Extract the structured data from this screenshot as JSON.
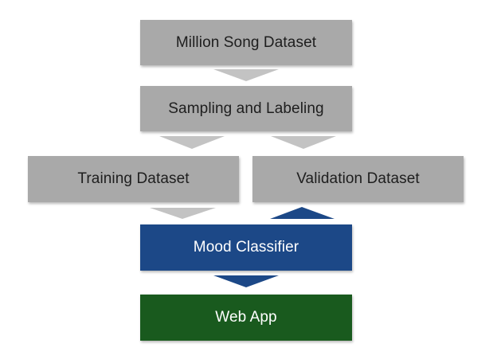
{
  "diagram": {
    "nodes": {
      "million_song": "Million Song Dataset",
      "sampling": "Sampling and Labeling",
      "training": "Training Dataset",
      "validation": "Validation Dataset",
      "mood": "Mood Classifier",
      "webapp": "Web App"
    },
    "edges": [
      {
        "from": "Million Song Dataset",
        "to": "Sampling and Labeling"
      },
      {
        "from": "Sampling and Labeling",
        "to": "Training Dataset"
      },
      {
        "from": "Sampling and Labeling",
        "to": "Validation Dataset"
      },
      {
        "from": "Training Dataset",
        "to": "Mood Classifier"
      },
      {
        "from": "Mood Classifier",
        "to": "Validation Dataset"
      },
      {
        "from": "Mood Classifier",
        "to": "Web App"
      }
    ],
    "colors": {
      "gray_box": "#a9a9a9",
      "blue_box": "#1c4887",
      "green_box": "#195a1e",
      "gray_arrow": "#c3c3c3",
      "blue_arrow": "#1c4887"
    }
  }
}
